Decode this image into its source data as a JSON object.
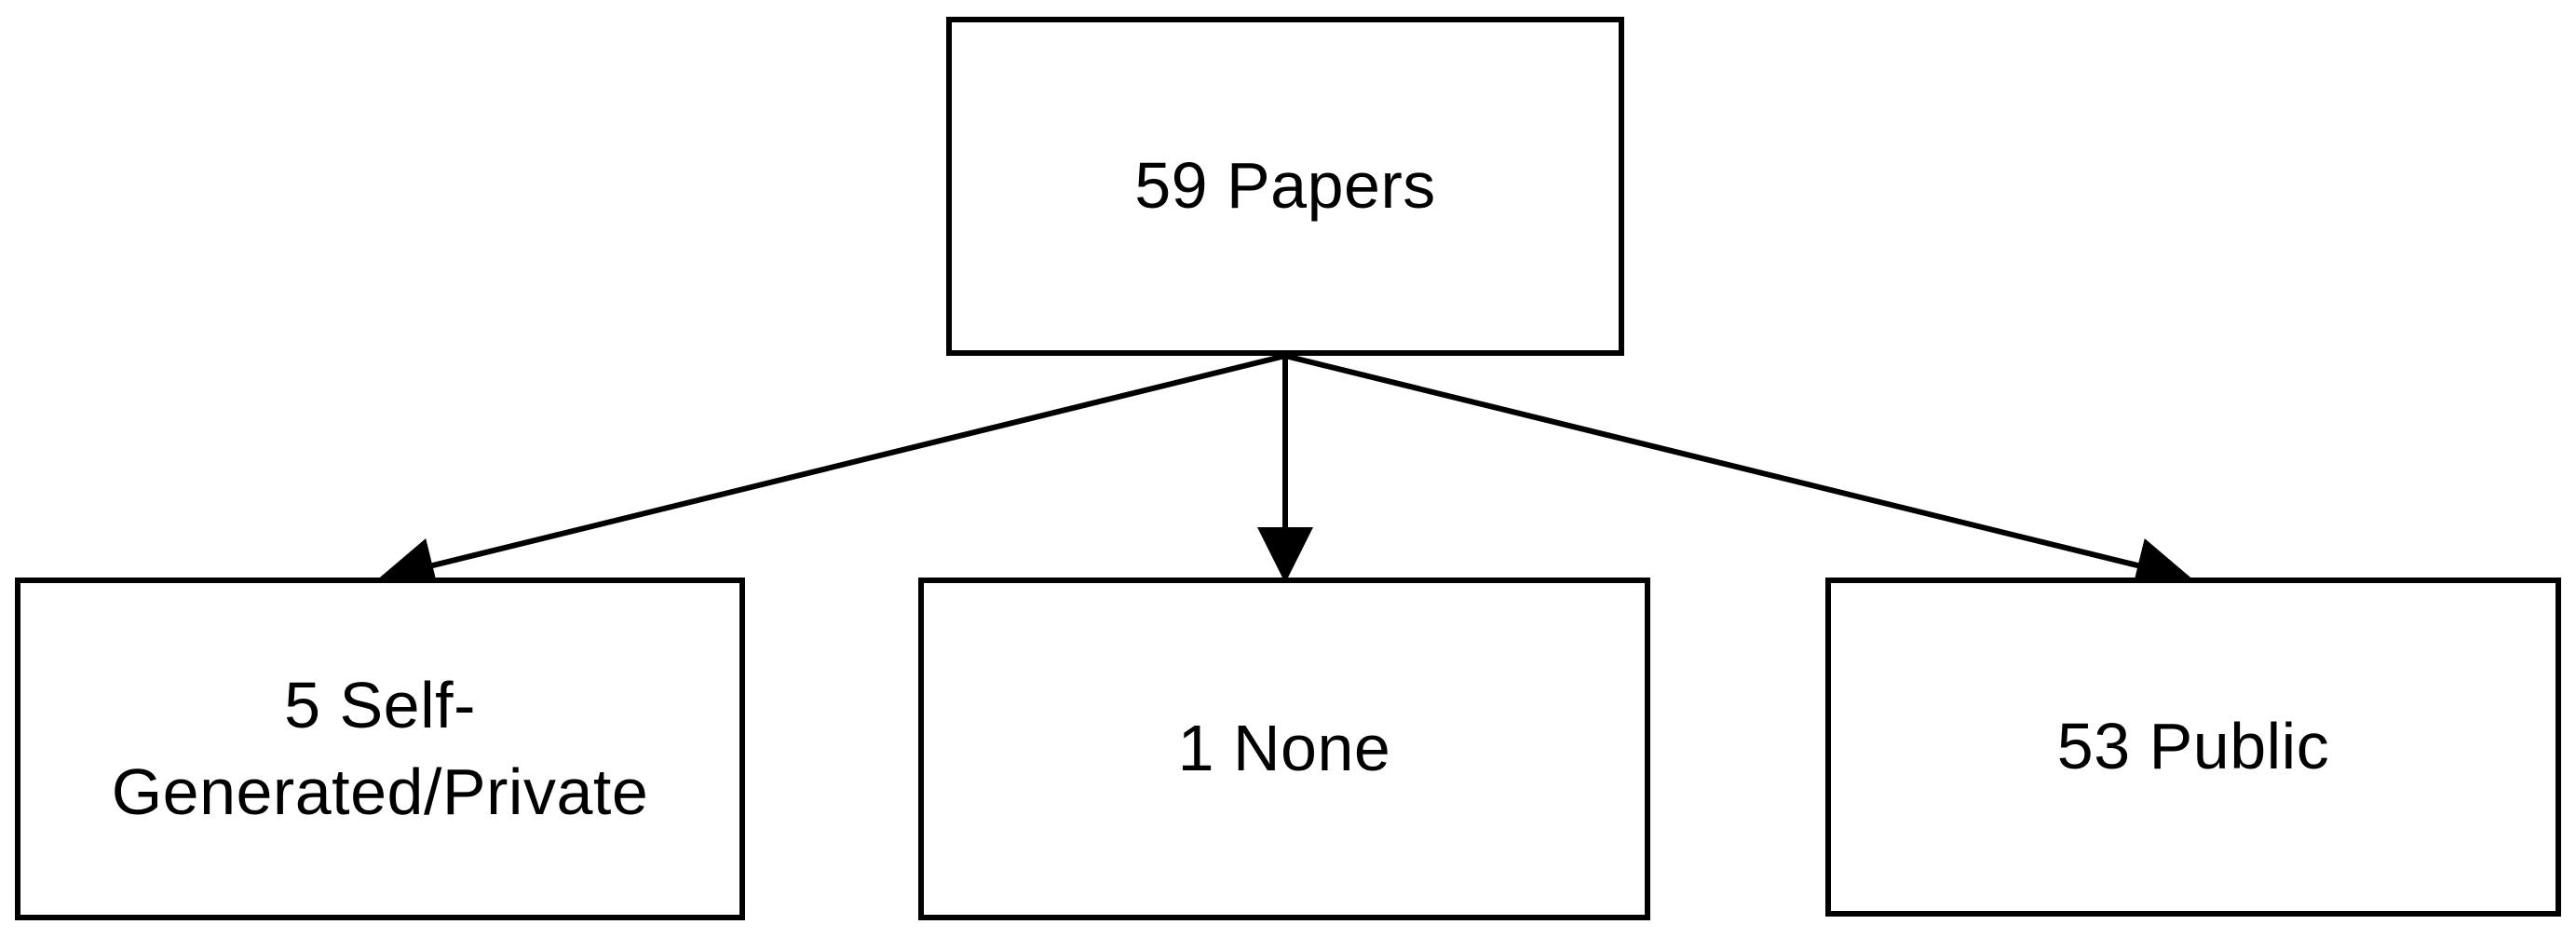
{
  "root": {
    "label": "59 Papers"
  },
  "children": [
    {
      "label_line1": "5 Self-",
      "label_line2": "Generated/Private"
    },
    {
      "label": "1 None"
    },
    {
      "label": "53 Public"
    }
  ],
  "colors": {
    "stroke": "#000000",
    "background": "#ffffff"
  }
}
